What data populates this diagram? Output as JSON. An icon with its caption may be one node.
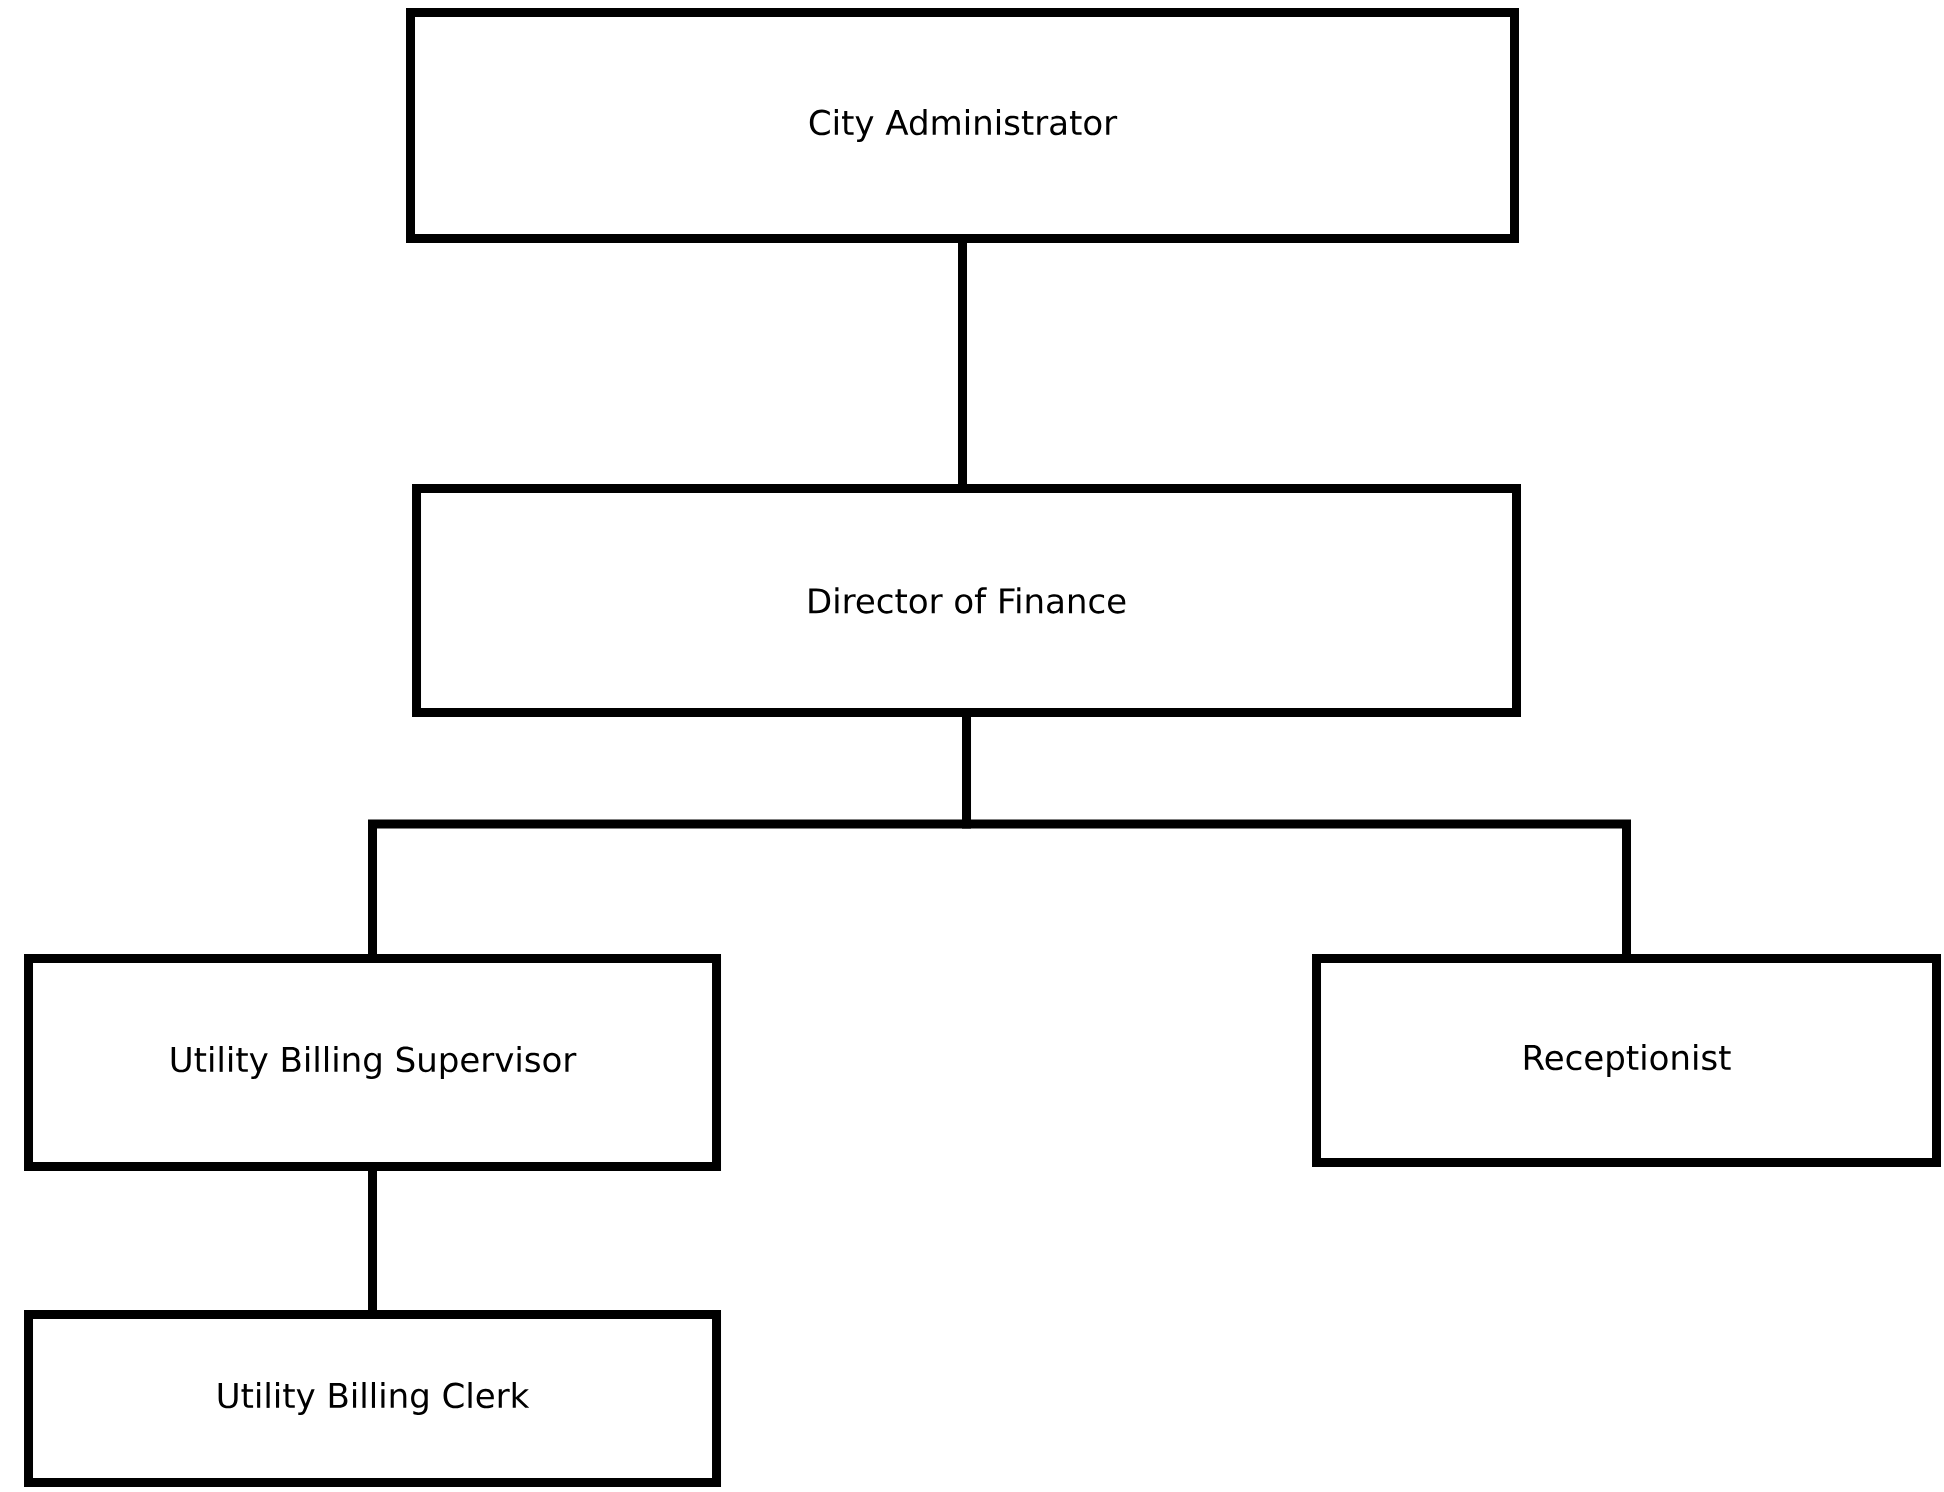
{
  "diagram": {
    "nodes": [
      {
        "text": [
          "City Administrator"
        ]
      },
      {
        "text": [
          "Director of Finance"
        ]
      },
      {
        "text": [
          "Utility Billing Supervisor"
        ]
      },
      {
        "text": [
          "Receptionist"
        ]
      },
      {
        "text": [
          "Utility Billing Clerk"
        ]
      }
    ],
    "edges": [
      {
        "from": 0,
        "to": 1,
        "arrow": "none"
      },
      {
        "from": 1,
        "to": 2,
        "arrow": "none"
      },
      {
        "from": 1,
        "to": 3,
        "arrow": "none"
      },
      {
        "from": 2,
        "to": 4,
        "arrow": "none"
      }
    ]
  }
}
